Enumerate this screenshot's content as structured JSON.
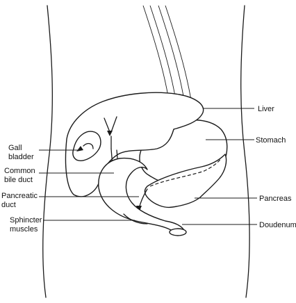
{
  "labels": {
    "liver": "Liver",
    "stomach": "Stomach",
    "pancreas": "Pancreas",
    "duodenum": "Doudenum",
    "gall_bladder": [
      "Gall",
      "bladder"
    ],
    "common_bile_duct": [
      "Common",
      "bile duct"
    ],
    "pancreatic_duct": [
      "Pancreatic",
      "duct"
    ],
    "sphincter_muscles": [
      "Sphincter",
      "muscles"
    ]
  }
}
